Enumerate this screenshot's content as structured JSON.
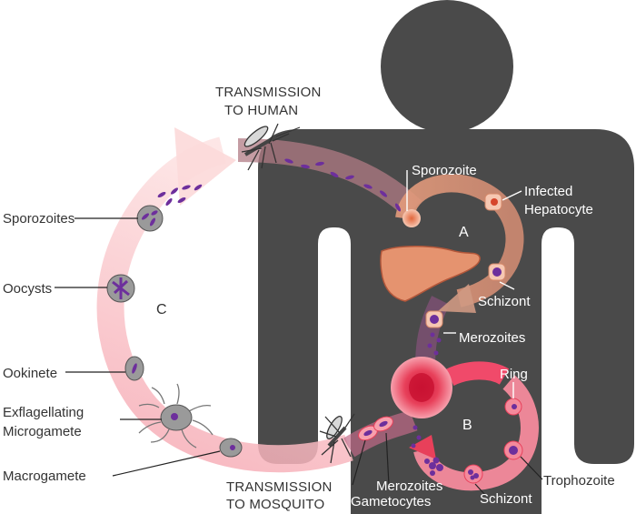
{
  "labels": {
    "transmission_human": [
      "TRANSMISSION",
      "TO HUMAN"
    ],
    "transmission_mosquito": [
      "TRANSMISSION",
      "TO MOSQUITO"
    ],
    "sporozoite": "Sporozoite",
    "infected_hepatocyte": [
      "Infected",
      "Hepatocyte"
    ],
    "schizont_liver": "Schizont",
    "merozoites_liver": "Merozoites",
    "ring": "Ring",
    "trophozoite": "Trophozoite",
    "schizont_blood": "Schizont",
    "merozoites_blood": "Merozoites",
    "gametocytes": "Gametocytes",
    "sporozoites": "Sporozoites",
    "oocysts": "Oocysts",
    "ookinete": "Ookinete",
    "exflagellating": [
      "Exflagellating",
      "Microgamete"
    ],
    "macrogamete": "Macrogamete",
    "zone_a": "A",
    "zone_b": "B",
    "zone_c": "C"
  },
  "colors": {
    "human": "#4a4a4a",
    "liver": "#e59a78",
    "liver_stroke": "#b3573a",
    "hepatic_cycle": "#d8967b",
    "blood_cycle": "#f2657e",
    "mosquito_cycle": "#f9c6c6",
    "parasite": "#6d2f9c",
    "red_cell": "#e8405a"
  },
  "icons": [
    "human-silhouette",
    "liver-icon",
    "mosquito-icon",
    "red-blood-cell-icon"
  ]
}
